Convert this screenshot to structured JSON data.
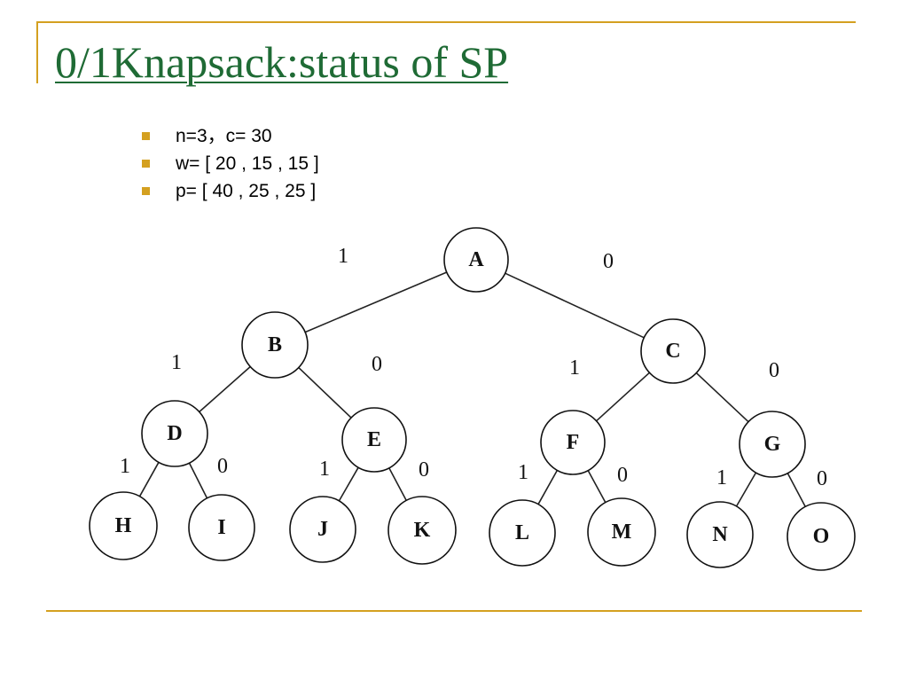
{
  "slide": {
    "title": "0/1Knapsack:status of SP",
    "bullets": [
      "n=3，c= 30",
      "w= [ 20 , 15 , 15 ]",
      "p= [ 40 , 25 , 25 ]"
    ]
  },
  "colors": {
    "title": "#1f6b35",
    "accent": "#d4a020"
  },
  "tree": {
    "nodes": [
      {
        "id": "A",
        "label": "A"
      },
      {
        "id": "B",
        "label": "B"
      },
      {
        "id": "C",
        "label": "C"
      },
      {
        "id": "D",
        "label": "D"
      },
      {
        "id": "E",
        "label": "E"
      },
      {
        "id": "F",
        "label": "F"
      },
      {
        "id": "G",
        "label": "G"
      },
      {
        "id": "H",
        "label": "H"
      },
      {
        "id": "I",
        "label": "I"
      },
      {
        "id": "J",
        "label": "J"
      },
      {
        "id": "K",
        "label": "K"
      },
      {
        "id": "L",
        "label": "L"
      },
      {
        "id": "M",
        "label": "M"
      },
      {
        "id": "N",
        "label": "N"
      },
      {
        "id": "O",
        "label": "O"
      }
    ],
    "edges": [
      {
        "from": "A",
        "to": "B",
        "label": "1"
      },
      {
        "from": "A",
        "to": "C",
        "label": "0"
      },
      {
        "from": "B",
        "to": "D",
        "label": "1"
      },
      {
        "from": "B",
        "to": "E",
        "label": "0"
      },
      {
        "from": "C",
        "to": "F",
        "label": "1"
      },
      {
        "from": "C",
        "to": "G",
        "label": "0"
      },
      {
        "from": "D",
        "to": "H",
        "label": "1"
      },
      {
        "from": "D",
        "to": "I",
        "label": "0"
      },
      {
        "from": "E",
        "to": "J",
        "label": "1"
      },
      {
        "from": "E",
        "to": "K",
        "label": "0"
      },
      {
        "from": "F",
        "to": "L",
        "label": "1"
      },
      {
        "from": "F",
        "to": "M",
        "label": "0"
      },
      {
        "from": "G",
        "to": "N",
        "label": "1"
      },
      {
        "from": "G",
        "to": "O",
        "label": "0"
      }
    ]
  }
}
